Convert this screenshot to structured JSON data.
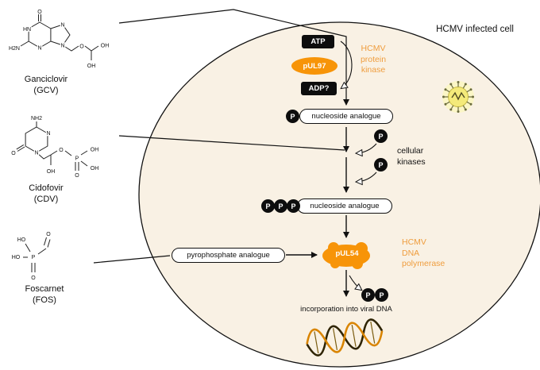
{
  "cell": {
    "label": "HCMV infected cell"
  },
  "drugs": [
    {
      "name": "Ganciclovir",
      "abbr": "(GCV)"
    },
    {
      "name": "Cidofovir",
      "abbr": "(CDV)"
    },
    {
      "name": "Foscarnet",
      "abbr": "(FOS)"
    }
  ],
  "pathway": {
    "atp": "ATP",
    "adp": "ADP?",
    "pul97": "pUL97",
    "pul54": "pUL54",
    "nucleoside_mono": "nucleoside analogue",
    "nucleoside_tri": "nucleoside analogue",
    "pyrophosphate": "pyrophosphate analogue",
    "p": "P",
    "incorporation": "incorporation into viral DNA"
  },
  "annotations": {
    "protein_kinase": [
      "HCMV",
      "protein",
      "kinase"
    ],
    "cellular_kinases": [
      "cellular",
      "kinases"
    ],
    "dna_polymerase": [
      "HCMV",
      "DNA",
      "polymerase"
    ]
  },
  "atoms": {
    "gcv": [
      "O",
      "HN",
      "H2N",
      "N",
      "N",
      "N",
      "O",
      "OH",
      "OH"
    ],
    "cdv": [
      "NH2",
      "N",
      "O",
      "N",
      "O",
      "P",
      "OH",
      "O",
      "OH",
      "OH"
    ],
    "fos": [
      "HO",
      "O",
      "HO",
      "P",
      "O"
    ]
  },
  "colors": {
    "orange": "#F79408",
    "orange_text": "#EF9D3E",
    "cell_fill": "#F9F1E4",
    "ink": "#111111"
  }
}
